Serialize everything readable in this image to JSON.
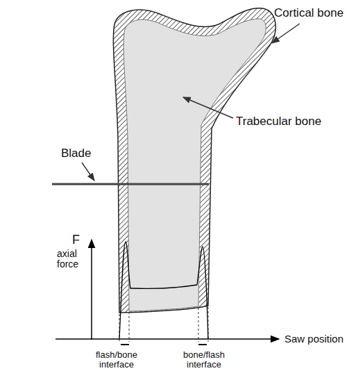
{
  "diagram": {
    "labels": [
      "Cortical bone",
      "Blade",
      "Trabecular bone",
      "F",
      "axial force",
      "Saw position",
      "flash/bone interface",
      "bone/flash interface"
    ]
  }
}
